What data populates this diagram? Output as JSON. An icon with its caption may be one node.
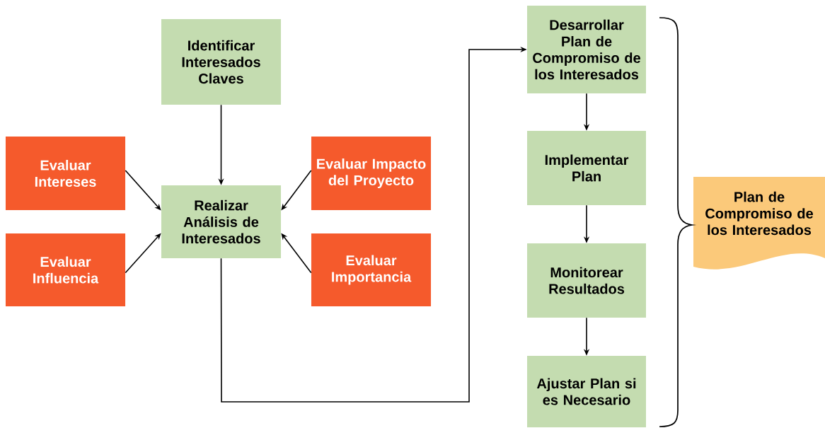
{
  "diagram": {
    "nodes": [
      {
        "text": [
          "Identificar Interesados Claves"
        ]
      },
      {
        "text": [
          "Evaluar Intereses"
        ]
      },
      {
        "text": [
          "Realizar Análisis de Interesados"
        ]
      },
      {
        "text": [
          "Evaluar Impacto del Proyecto"
        ]
      },
      {
        "text": [
          "Evaluar Influencia"
        ]
      },
      {
        "text": [
          "Evaluar Importancia"
        ]
      },
      {
        "text": [
          "Desarrollar Plan de Compromiso de los Interesados"
        ]
      },
      {
        "text": [
          "Implementar Plan"
        ]
      },
      {
        "text": [
          "Monitorear Resultados"
        ]
      },
      {
        "text": [
          "Ajustar Plan si es Necesario"
        ]
      },
      {
        "text": [
          "Plan de Compromiso de los Interesados"
        ]
      }
    ],
    "edges": [
      {
        "from": 0,
        "to": 2,
        "arrow": "to"
      },
      {
        "from": 1,
        "to": 2,
        "arrow": "to"
      },
      {
        "from": 4,
        "to": 2,
        "arrow": "to"
      },
      {
        "from": 3,
        "to": 2,
        "arrow": "to"
      },
      {
        "from": 5,
        "to": 2,
        "arrow": "to"
      },
      {
        "from": 2,
        "to": 6,
        "arrow": "to"
      },
      {
        "from": 6,
        "to": 7,
        "arrow": "to"
      },
      {
        "from": 7,
        "to": 8,
        "arrow": "to"
      },
      {
        "from": 8,
        "to": 9,
        "arrow": "to"
      }
    ]
  }
}
